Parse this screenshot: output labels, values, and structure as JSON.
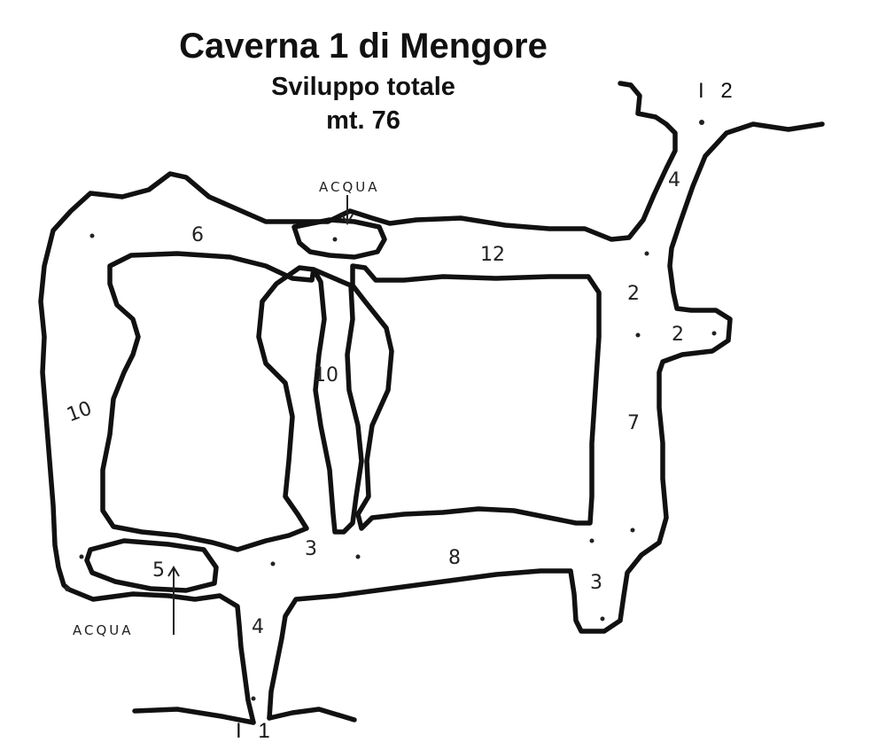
{
  "header": {
    "title": "Caverna 1 di Mengore",
    "subtitle": "Sviluppo totale",
    "length": "mt. 76"
  },
  "entrances": {
    "upper": "I 2",
    "lower": "I 1"
  },
  "water_labels": {
    "top": "ACQUA",
    "bottom": "ACQUA"
  },
  "depths": {
    "west_passage": "10",
    "north_passage_west": "6",
    "north_passage_east": "12",
    "central_passage": "10",
    "south_passage_mid": "3",
    "south_passage_east": "8",
    "south_pool": "5",
    "lower_shaft": "4",
    "upper_shaft": "4",
    "junction_upper": "2",
    "east_niche": "2",
    "east_passage": "7",
    "southeast_alcove": "3"
  },
  "colors": {
    "ink": "#111111",
    "background": "#ffffff"
  }
}
